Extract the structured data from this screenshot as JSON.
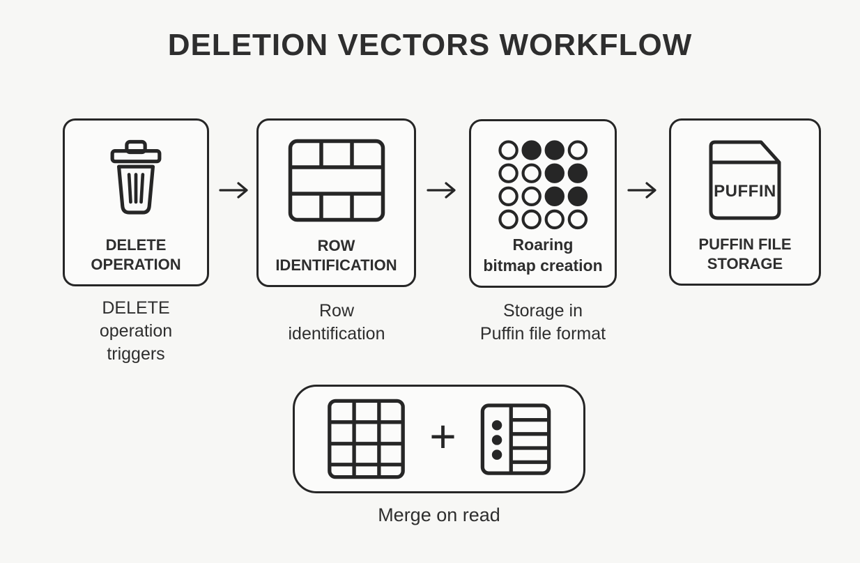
{
  "page": {
    "title": "DELETION VECTORS WORKFLOW"
  },
  "colors": {
    "background": "#f7f7f5",
    "box_fill": "#fbfbfa",
    "ink": "#262626",
    "text": "#2e2e2e"
  },
  "steps": [
    {
      "id": "delete-operation",
      "icon": "trash-icon",
      "label": "DELETE\nOPERATION",
      "caption": "DELETE\noperation\ntriggers"
    },
    {
      "id": "row-identification",
      "icon": "table-grid-icon",
      "label": "ROW\nIDENTIFICATION",
      "caption": "Row\nidentification"
    },
    {
      "id": "roaring-bitmap-creation",
      "icon": "bitmap-dots-icon",
      "label": "Roaring\nbitmap creation",
      "caption": "Storage in\nPuffin file format"
    },
    {
      "id": "puffin-file-storage",
      "icon": "puffin-file-icon",
      "icon_text": "PUFFIN",
      "label": "PUFFIN FILE\nSTORAGE"
    }
  ],
  "bitmap_pattern": [
    [
      0,
      1,
      1,
      0
    ],
    [
      0,
      0,
      1,
      1
    ],
    [
      0,
      0,
      1,
      1
    ],
    [
      0,
      0,
      0,
      0
    ]
  ],
  "merge": {
    "plus_sign": "+",
    "caption": "Merge on read"
  }
}
